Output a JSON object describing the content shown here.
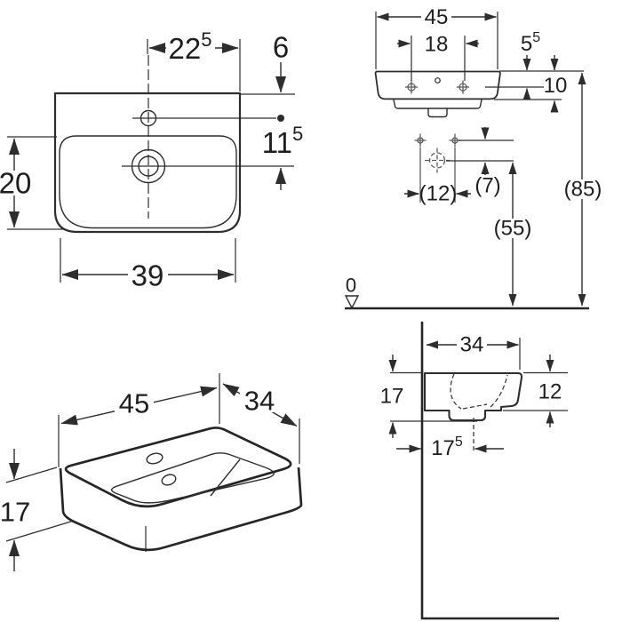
{
  "top_view": {
    "tap_to_right_edge": {
      "value": "22",
      "sup": "5"
    },
    "edge_to_tap_axis": "6",
    "tap_to_drain": {
      "value": "11",
      "sup": "5"
    },
    "inner_depth": "20",
    "inner_width": "39"
  },
  "front_view": {
    "overall_width": "45",
    "tap_hole_spacing": "18",
    "top_to_screw": {
      "value": "5",
      "sup": "5"
    },
    "top_to_bottom": "10",
    "fixing_spacing": "(12)",
    "fixing_to_drain": "(7)",
    "drain_height": "(55)",
    "rim_height": "(85)",
    "floor_datum": "0"
  },
  "iso_view": {
    "width": "45",
    "depth": "34",
    "height": "17"
  },
  "side_view": {
    "depth": "34",
    "height": "17",
    "front_edge_height": "12",
    "wall_to_drain": {
      "value": "17",
      "sup": "5"
    }
  },
  "symbols": {
    "tap_hole": "tap-hole-icon",
    "drain": "drain-icon",
    "screw": "screw-fixing-icon",
    "wall_plug": "wall-fixing-icon",
    "waste_pipe": "waste-pipe-icon",
    "datum": "datum-level-icon"
  },
  "colors": {
    "line": "#2d2d2d",
    "fixing_gray": "#5c5c5c",
    "background": "#ffffff"
  }
}
